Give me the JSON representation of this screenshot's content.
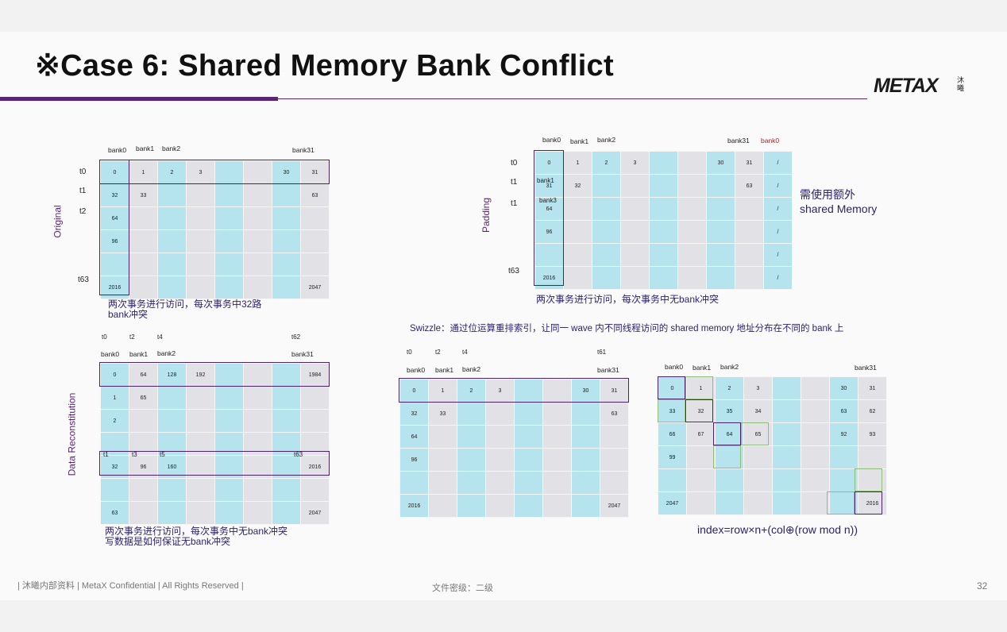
{
  "slide": {
    "title": "※Case 6: Shared Memory Bank Conflict",
    "logo": "METAX",
    "logo_cn": "沐曦",
    "page_number": "32"
  },
  "colors": {
    "accent": "#5a2574",
    "cyan": "#b5e3ee",
    "gray": "#e2e2e6",
    "green_box": "#8fbe7a"
  },
  "original": {
    "side_label": "Original",
    "bank_labels": [
      "bank0",
      "bank1",
      "bank2",
      "bank31"
    ],
    "row_labels": [
      "t0",
      "t1",
      "t2",
      "t63"
    ],
    "cells": [
      [
        "0",
        "1",
        "2",
        "3",
        "",
        "",
        "30",
        "31"
      ],
      [
        "32",
        "33",
        "",
        "",
        "",
        "",
        "",
        "63"
      ],
      [
        "64",
        "",
        "",
        "",
        "",
        "",
        "",
        ""
      ],
      [
        "96",
        "",
        "",
        "",
        "",
        "",
        "",
        ""
      ],
      [
        "",
        "",
        "",
        "",
        "",
        "",
        "",
        ""
      ],
      [
        "2016",
        "",
        "",
        "",
        "",
        "",
        "",
        "2047"
      ]
    ],
    "caption_line1": "两次事务进行访问，每次事务中32路",
    "caption_line2": "bank冲突"
  },
  "padding": {
    "side_label": "Padding",
    "bank_labels": [
      "bank0",
      "bank1",
      "bank2",
      "bank31",
      "bank0"
    ],
    "row_labels": [
      "t0",
      "t1",
      "t1",
      "t63"
    ],
    "cell_overlays": [
      "bank1",
      "bank3"
    ],
    "cells": [
      [
        "0",
        "1",
        "2",
        "3",
        "",
        "",
        "30",
        "31",
        "/"
      ],
      [
        "31",
        "32",
        "",
        "",
        "",
        "",
        "",
        "63",
        "/"
      ],
      [
        "64",
        "",
        "",
        "",
        "",
        "",
        "",
        "",
        "/"
      ],
      [
        "96",
        "",
        "",
        "",
        "",
        "",
        "",
        "",
        "/"
      ],
      [
        "",
        "",
        "",
        "",
        "",
        "",
        "",
        "",
        "/"
      ],
      [
        "2016",
        "",
        "",
        "",
        "",
        "",
        "",
        "",
        "/"
      ]
    ],
    "note_line1": "需使用额外",
    "note_line2": "shared Memory",
    "caption": "两次事务进行访问，每次事务中无bank冲突"
  },
  "swizzle_desc": "Swizzle：通过位运算重排索引，让同一 wave 内不同线程访问的 shared memory 地址分布在不同的 bank 上",
  "reconstruction": {
    "side_label": "Data Reconstitution",
    "top_thread_labels": [
      "t0",
      "t2",
      "t4",
      "t62"
    ],
    "bank_labels": [
      "bank0",
      "bank1",
      "bank2",
      "bank31"
    ],
    "inner_thread_labels": [
      "t1",
      "t3",
      "t5",
      "t63"
    ],
    "cells": [
      [
        "0",
        "64",
        "128",
        "192",
        "",
        "",
        "",
        "1984"
      ],
      [
        "1",
        "65",
        "",
        "",
        "",
        "",
        "",
        ""
      ],
      [
        "2",
        "",
        "",
        "",
        "",
        "",
        "",
        ""
      ],
      [
        "",
        "",
        "",
        "",
        "",
        "",
        "",
        ""
      ],
      [
        "32",
        "96",
        "160",
        "",
        "",
        "",
        "",
        "2016"
      ],
      [
        "",
        "",
        "",
        "",
        "",
        "",
        "",
        ""
      ],
      [
        "63",
        "",
        "",
        "",
        "",
        "",
        "",
        "2047"
      ]
    ],
    "caption_line1": "两次事务进行访问，每次事务中无bank冲突",
    "caption_line2": "写数据是如何保证无bank冲突"
  },
  "swizzle_mid": {
    "top_thread_labels": [
      "t0",
      "t2",
      "t4",
      "t61"
    ],
    "bank_labels": [
      "bank0",
      "bank1",
      "bank2",
      "bank31"
    ],
    "cells": [
      [
        "0",
        "1",
        "2",
        "3",
        "",
        "",
        "30",
        "31"
      ],
      [
        "32",
        "33",
        "",
        "",
        "",
        "",
        "",
        "63"
      ],
      [
        "64",
        "",
        "",
        "",
        "",
        "",
        "",
        ""
      ],
      [
        "96",
        "",
        "",
        "",
        "",
        "",
        "",
        ""
      ],
      [
        "",
        "",
        "",
        "",
        "",
        "",
        "",
        ""
      ],
      [
        "2016",
        "",
        "",
        "",
        "",
        "",
        "",
        "2047"
      ]
    ]
  },
  "swizzle_right": {
    "bank_labels": [
      "bank0",
      "bank1",
      "bank2",
      "bank31"
    ],
    "cells": [
      [
        "0",
        "1",
        "2",
        "3",
        "",
        "",
        "30",
        "31"
      ],
      [
        "33",
        "32",
        "35",
        "34",
        "",
        "",
        "63",
        "62"
      ],
      [
        "66",
        "67",
        "64",
        "65",
        "",
        "",
        "92",
        "93"
      ],
      [
        "99",
        "",
        "",
        "",
        "",
        "",
        "",
        ""
      ],
      [
        "",
        "",
        "",
        "",
        "",
        "",
        "",
        ""
      ],
      [
        "2047",
        "",
        "",
        "",
        "",
        "",
        "",
        "2016"
      ]
    ],
    "formula": "index=row×n+(col⊕(row mod n))"
  },
  "footer": {
    "left": "| 沐曦内部资料 | MetaX Confidential | All Rights Reserved |",
    "center": "文件密级：二级"
  }
}
